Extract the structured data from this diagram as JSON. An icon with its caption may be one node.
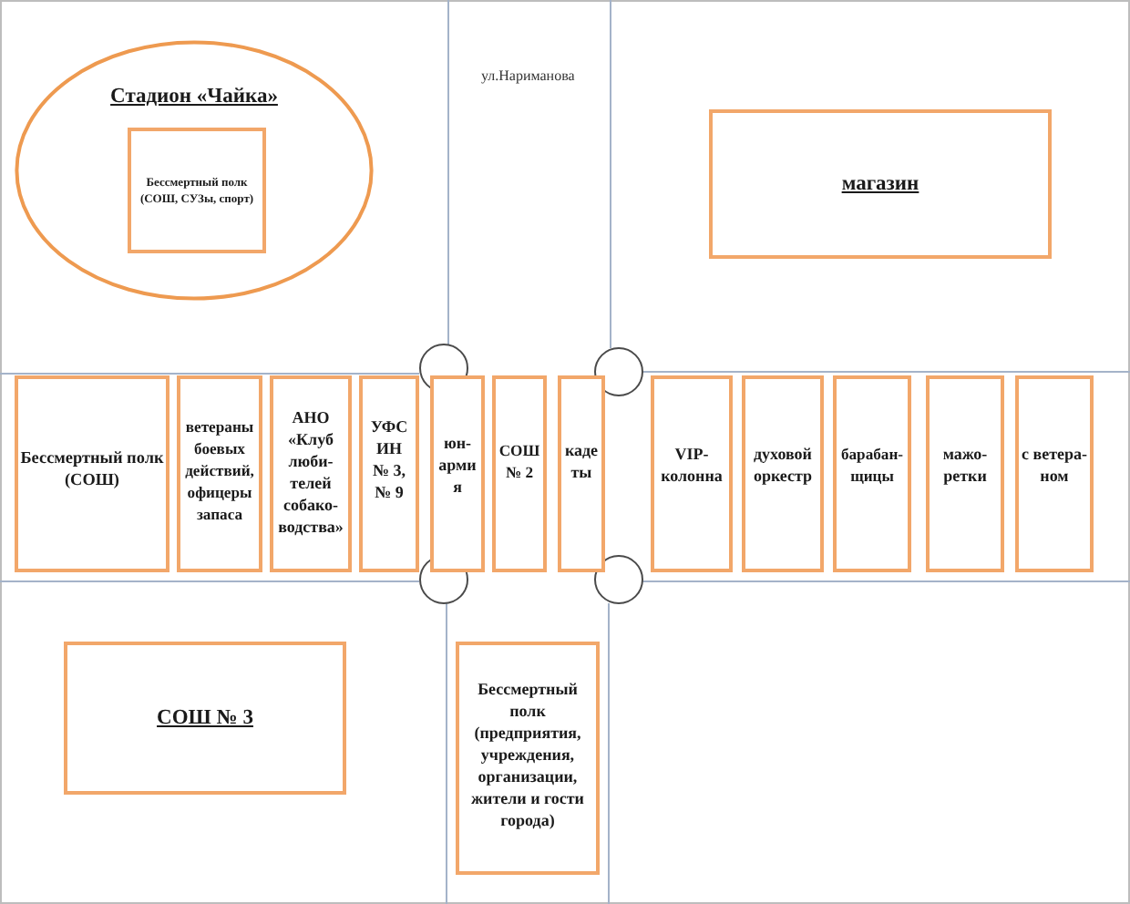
{
  "diagram": {
    "nodes": [
      {
        "text": [
          "Стадион «Чайка»"
        ]
      },
      {
        "text": [
          "Бессмертный полк (СОШ, СУЗы, спорт)"
        ],
        "in": 0
      },
      {
        "text": [
          "магазин"
        ]
      },
      {
        "text": [
          "Бессмертный полк (СОШ)"
        ]
      },
      {
        "text": [
          "ветераны боевых действий, офицеры запаса"
        ]
      },
      {
        "text": [
          "АНО «Клуб люби-телей собако-водства»"
        ]
      },
      {
        "text": [
          "УФСИН № 3, № 9"
        ]
      },
      {
        "text": [
          "юн-армия"
        ]
      },
      {
        "text": [
          "СОШ № 2"
        ]
      },
      {
        "text": [
          "кадеты"
        ]
      },
      {
        "text": [
          "VIP-колонна"
        ]
      },
      {
        "text": [
          "духовой оркестр"
        ]
      },
      {
        "text": [
          "барабан-щицы"
        ]
      },
      {
        "text": [
          "мажо-ретки"
        ]
      },
      {
        "text": [
          "с ветера-ном"
        ]
      },
      {
        "text": [
          "СОШ № 3"
        ]
      },
      {
        "text": [
          "Бессмертный полк (предприятия, учреждения, организации, жители и гости города)"
        ]
      }
    ],
    "labels": [
      "ул.Нариманова"
    ]
  }
}
